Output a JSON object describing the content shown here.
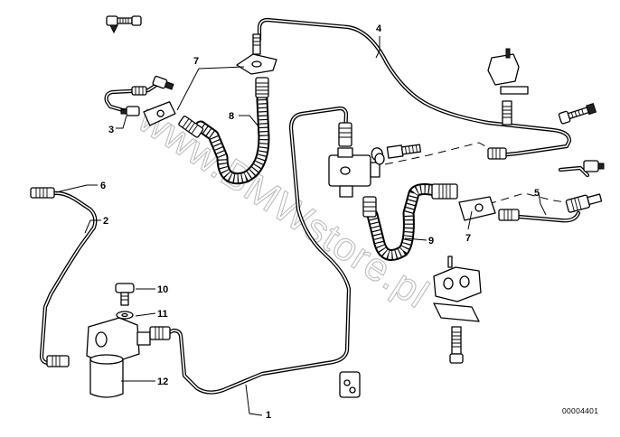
{
  "diagram": {
    "type": "exploded parts diagram",
    "drawing_number": "00004401",
    "watermark": "www.BMWstore.pl",
    "callouts": [
      "1",
      "2",
      "3",
      "4",
      "5",
      "6",
      "7",
      "7",
      "8",
      "9",
      "10",
      "11",
      "12"
    ]
  }
}
